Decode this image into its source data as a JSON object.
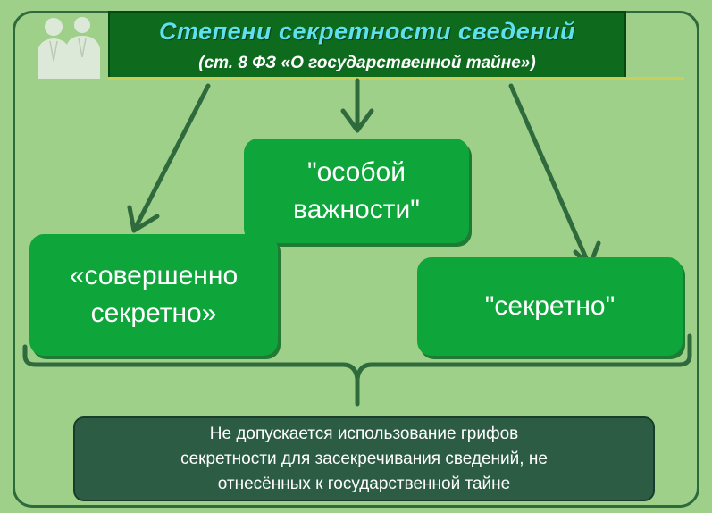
{
  "header": {
    "title": "Степени секретности сведений",
    "subtitle": "(ст. 8 ФЗ «О государственной тайне»)"
  },
  "boxes": {
    "osoboy": {
      "line1": "\"особой",
      "line2": "важности\""
    },
    "sovershenno": {
      "line1": "«совершенно",
      "line2": "секретно»"
    },
    "sekretno": {
      "line1": "\"секретно\""
    }
  },
  "note": {
    "line1": "Не допускается использование грифов",
    "line2": "секретности для засекречивания сведений, не",
    "line3": "отнесённых к государственной тайне"
  },
  "colors": {
    "background": "#9fd08a",
    "header_fill": "#0e6b1e",
    "title_text": "#5fe0ee",
    "box_fill": "#0ea53a",
    "note_fill": "#2c5d44",
    "line": "#2f6a3c"
  },
  "icons": {
    "header_decoration": "people-silhouette-icon"
  }
}
